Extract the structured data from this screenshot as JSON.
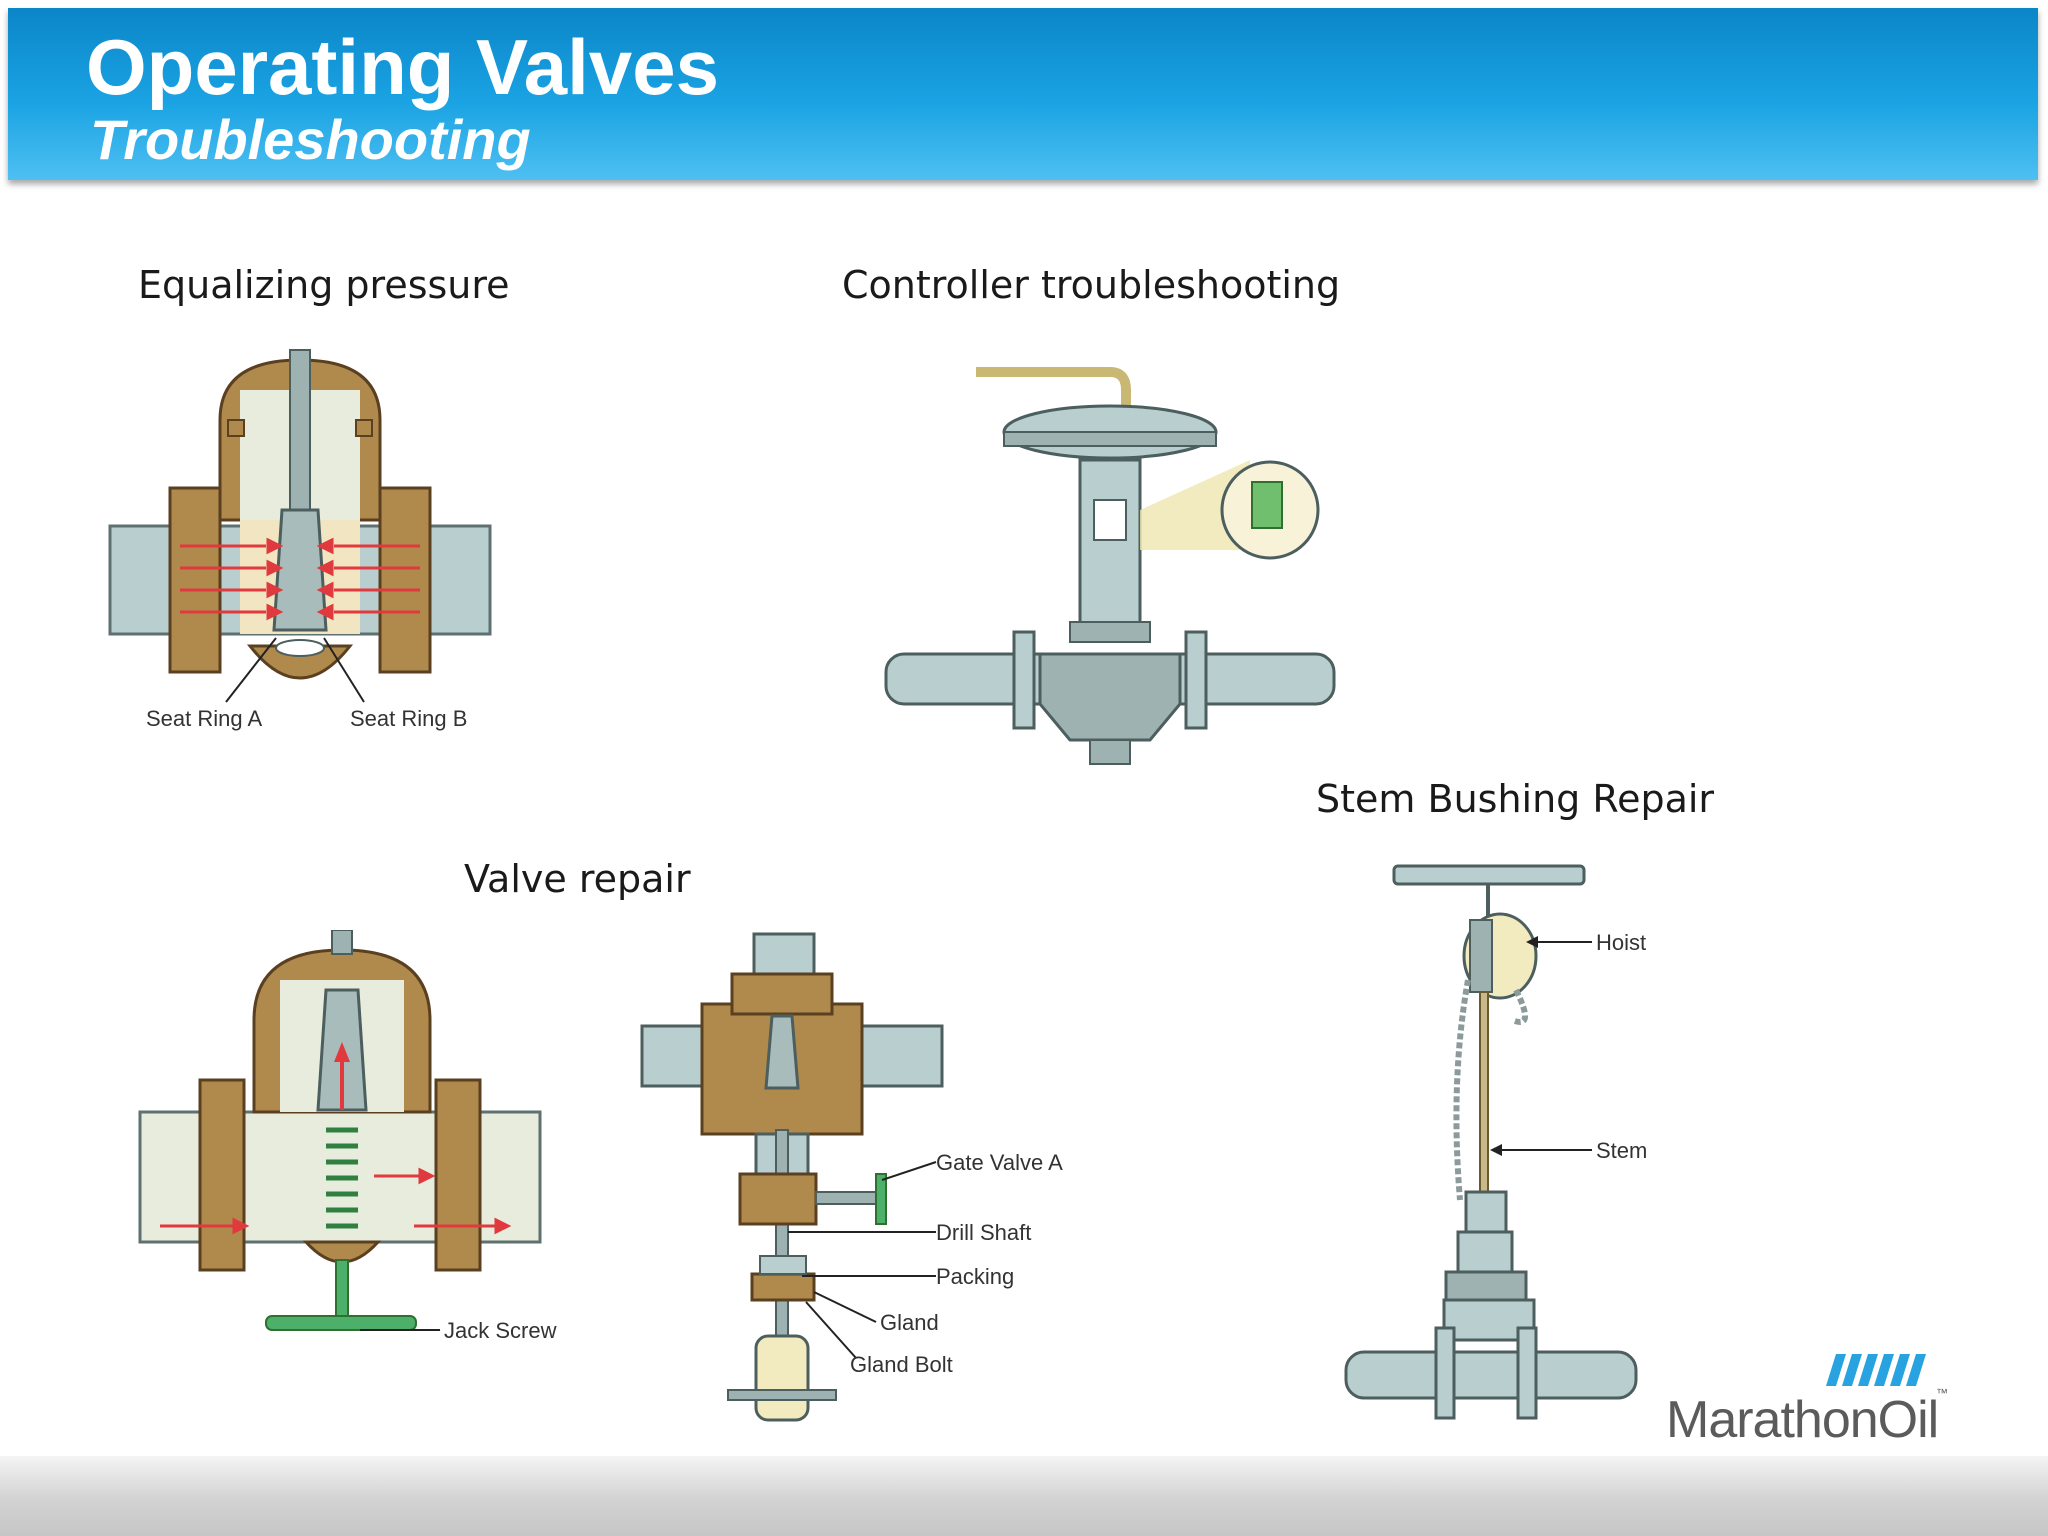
{
  "header": {
    "title": "Operating Valves",
    "subtitle": "Troubleshooting"
  },
  "sections": {
    "equalizing": "Equalizing pressure",
    "controller": "Controller troubleshooting",
    "stem_bushing": "Stem Bushing Repair",
    "valve_repair": "Valve repair"
  },
  "callouts": {
    "seat_ring_a": "Seat Ring A",
    "seat_ring_b": "Seat Ring B",
    "jack_screw": "Jack Screw",
    "gate_valve_a": "Gate Valve A",
    "drill_shaft": "Drill Shaft",
    "packing": "Packing",
    "gland": "Gland",
    "gland_bolt": "Gland Bolt",
    "hoist": "Hoist",
    "stem": "Stem"
  },
  "logo": {
    "text": "MarathonOil",
    "tm": "™"
  },
  "colors": {
    "header_blue": "#1aa3e3",
    "valve_body": "#b08a4c",
    "pipe": "#b9cfcf",
    "flow_arrow": "#e0393e",
    "handwheel": "#4caf6a"
  }
}
